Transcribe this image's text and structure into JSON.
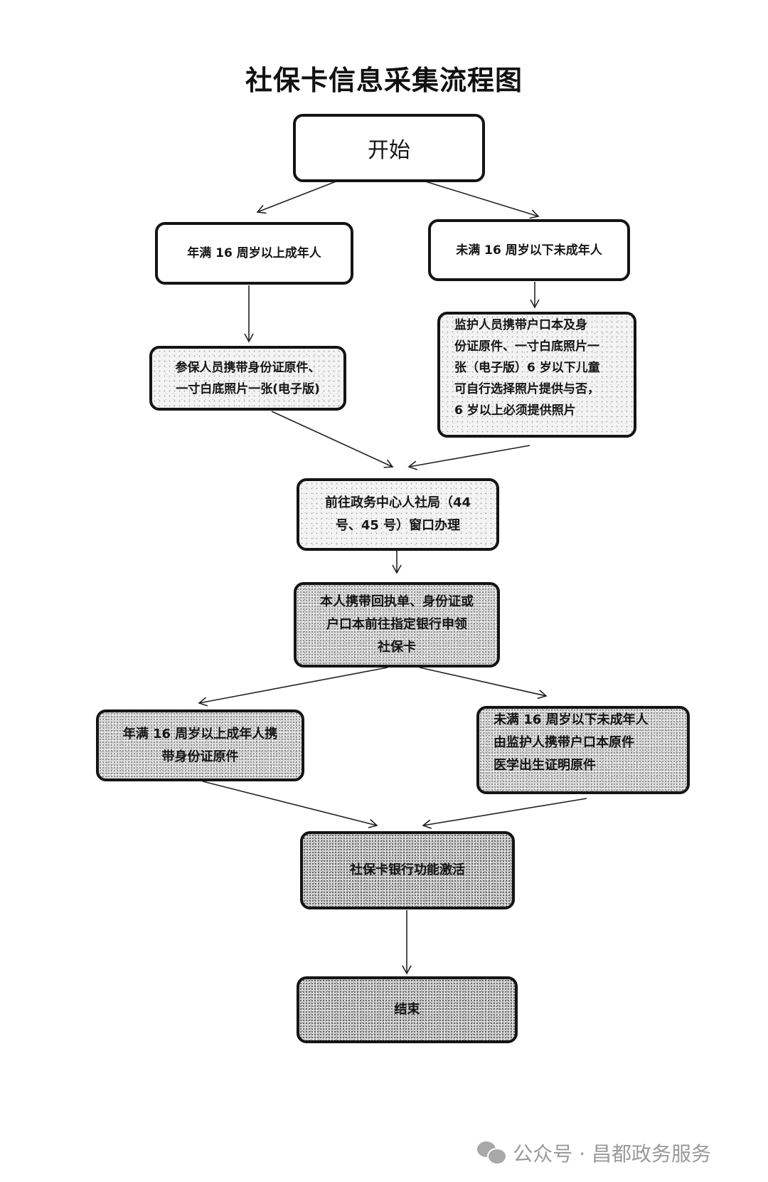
{
  "title": "社保卡信息采集流程图",
  "nodes": {
    "start": "开始",
    "adult": "年满 16 周岁以上成年人",
    "minor": "未满 16 周岁以下未成年人",
    "adult_docs": [
      "参保人员携带身份证原件、",
      "一寸白底照片一张(电子版)"
    ],
    "minor_docs": [
      "监护人员携带户口本及身",
      "份证原件、一寸白底照片一",
      "张（电子版）6 岁以下儿童",
      "可自行选择照片提供与否，",
      "6 岁以上必须提供照片"
    ],
    "center": [
      "前往政务中心人社局（44",
      "号、45 号）窗口办理"
    ],
    "bank": [
      "本人携带回执单、身份证或",
      "户口本前往指定银行申领",
      "社保卡"
    ],
    "adult_bank": [
      "年满 16 周岁以上成年人携",
      "带身份证原件"
    ],
    "minor_bank": [
      "未满 16 周岁以下未成年人",
      "由监护人携带户口本原件",
      "医学出生证明原件"
    ],
    "activate": "社保卡银行功能激活",
    "end": "结束"
  },
  "footer": {
    "icon": "wechat-icon",
    "text": "公众号 · 昌都政务服务"
  }
}
